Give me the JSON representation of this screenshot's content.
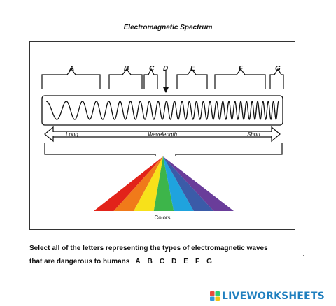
{
  "page": {
    "title": "Electromagnetic Spectrum"
  },
  "figure": {
    "letters": [
      "A",
      "B",
      "C",
      "D",
      "E",
      "F",
      "G"
    ],
    "long_label": "Long",
    "wavelength_label": "Wavelength",
    "short_label": "Short",
    "colors_label": "Colors",
    "rainbow": [
      "#e2231a",
      "#f07a1a",
      "#f7e11a",
      "#3db54a",
      "#1fa3de",
      "#3b5ba8",
      "#6a3d9a"
    ]
  },
  "question": {
    "line1": "Select all of the letters representing the types of electromagnetic waves",
    "line2": "that are dangerous to humans",
    "choices": [
      "A",
      "B",
      "C",
      "D",
      "E",
      "F",
      "G"
    ]
  },
  "brand": {
    "live": "LIVE",
    "rest": "WORKSHEETS",
    "logo_icon": "liveworksheets-logo-icon",
    "colors": [
      "#e84c3d",
      "#2ecc71",
      "#3498db",
      "#f1c40f"
    ]
  }
}
